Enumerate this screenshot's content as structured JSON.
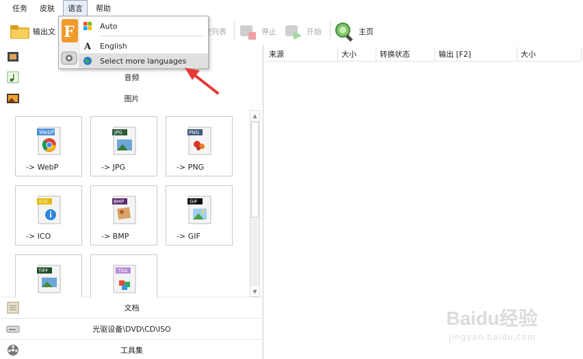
{
  "menubar": {
    "items": [
      {
        "label": "任务"
      },
      {
        "label": "皮肤"
      },
      {
        "label": "语言",
        "active": true
      },
      {
        "label": "帮助"
      }
    ]
  },
  "toolbar": {
    "output_folder_label": "输出文",
    "clear_list_label": "空列表",
    "stop_label": "停止",
    "start_label": "开始",
    "home_label": "主页"
  },
  "language_menu": {
    "items": [
      {
        "label": "Auto",
        "icon": "windows-flag-icon"
      },
      {
        "label": "English",
        "icon": "letter-a-icon"
      },
      {
        "label": "Select more languages",
        "icon": "globe-icon",
        "hover": true
      }
    ]
  },
  "categories": {
    "video": "",
    "audio": "音频",
    "picture": "图片",
    "document": "文档",
    "optical": "光驱设备\\DVD\\CD\\ISO",
    "tools": "工具集"
  },
  "formats": [
    {
      "label": "-> WebP",
      "badge": "WebP",
      "badge_color": "#4a90d9"
    },
    {
      "label": "-> JPG",
      "badge": "JPG",
      "badge_color": "#2e5b3a"
    },
    {
      "label": "-> PNG",
      "badge": "PNG",
      "badge_color": "#3f5a7a"
    },
    {
      "label": "-> ICO",
      "badge": "ICO",
      "badge_color": "#e6b800"
    },
    {
      "label": "-> BMP",
      "badge": "BMP",
      "badge_color": "#5b2a6e"
    },
    {
      "label": "-> GIF",
      "badge": "GIF",
      "badge_color": "#111111"
    },
    {
      "label": "",
      "badge": "TIFF",
      "badge_color": "#1f4d2b"
    },
    {
      "label": "",
      "badge": "TGA",
      "badge_color": "#b48ad8"
    }
  ],
  "columns": [
    "来源",
    "大小",
    "转换状态",
    "输出 [F2]",
    "大小"
  ],
  "watermark": {
    "brand": "Baidu经验",
    "url": "jingyan.baidu.com"
  },
  "colors": {
    "accent_arrow": "#e53935",
    "menu_hover": "#e0e0e0"
  }
}
